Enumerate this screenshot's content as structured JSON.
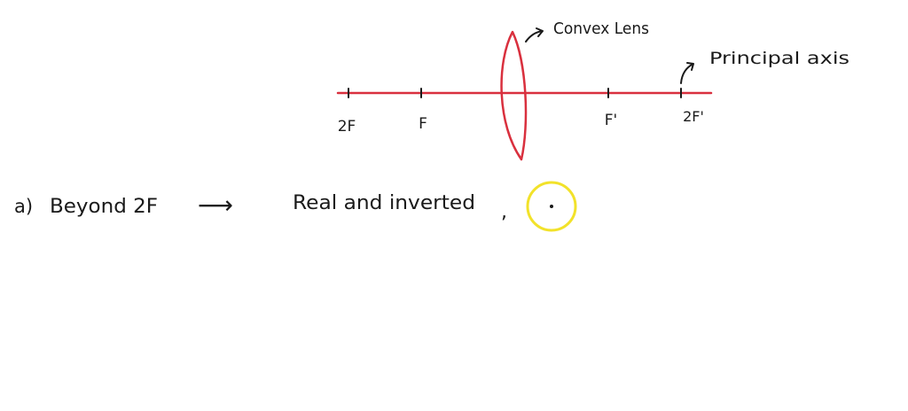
{
  "labels": {
    "lens": "Convex Lens",
    "axis": "Principal axis"
  },
  "marks": {
    "two_f": "2F",
    "f": "F",
    "f_prime": "F'",
    "two_f_prime": "2F'"
  },
  "note": {
    "item": "a)",
    "condition": "Beyond 2F",
    "arrow": "⟶",
    "result": "Real and inverted",
    "separator": ","
  },
  "colors": {
    "axis": "#d9303e",
    "lens": "#d9303e",
    "ink": "#1a1a1a",
    "cursor_ring": "#f2e22a"
  },
  "icons": {
    "cursor": "cursor-highlight-icon"
  }
}
